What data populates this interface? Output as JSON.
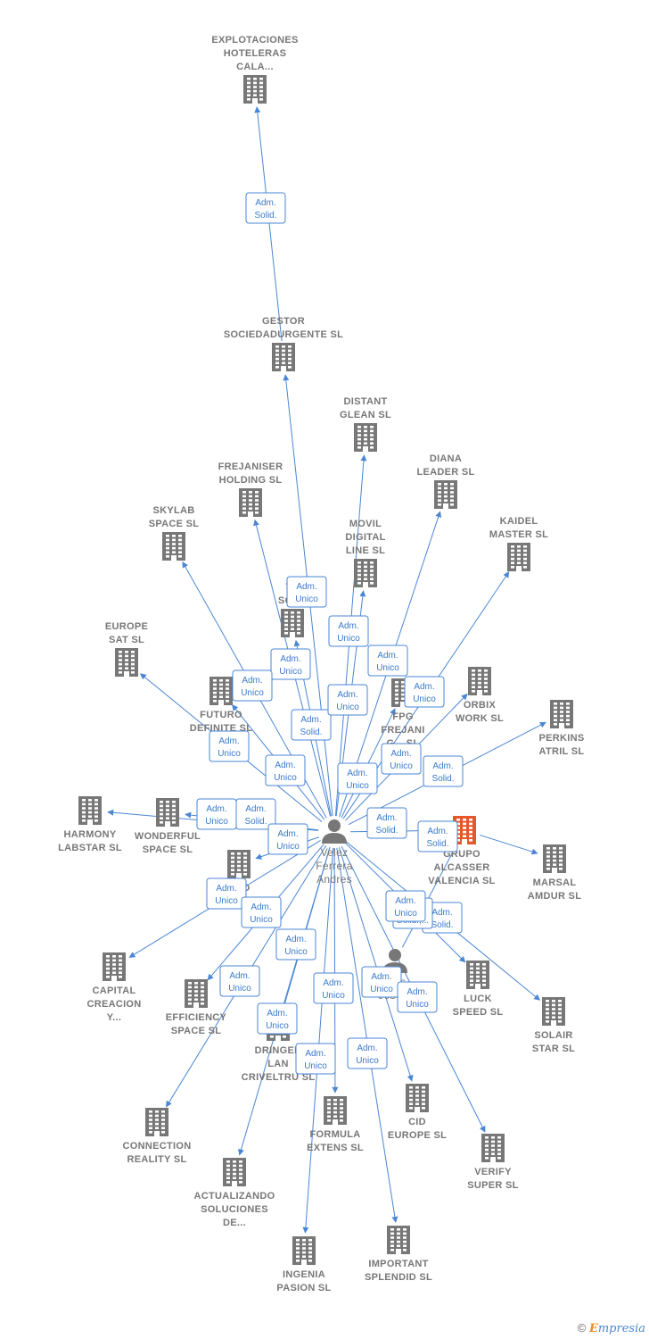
{
  "center_company": {
    "id": "grupo",
    "label": [
      "GRUPO",
      "ALCASSER",
      "VALENCIA  SL"
    ],
    "color": "#e05a2b"
  },
  "people": [
    {
      "id": "velez",
      "label": [
        "Velez",
        "Ferrera",
        "Andres"
      ]
    },
    {
      "id": "blas",
      "label": [
        "Blas",
        "Jose..."
      ]
    }
  ],
  "companies": [
    {
      "id": "explotaciones",
      "label": [
        "EXPLOTACIONES",
        "HOTELERAS",
        "CALA..."
      ]
    },
    {
      "id": "gestor",
      "label": [
        "GESTOR",
        "SOCIEDADURGENTE SL"
      ]
    },
    {
      "id": "distant",
      "label": [
        "DISTANT",
        "GLEAN  SL"
      ]
    },
    {
      "id": "diana",
      "label": [
        "DIANA",
        "LEADER  SL"
      ]
    },
    {
      "id": "frejaniser",
      "label": [
        "FREJANISER",
        "HOLDING  SL"
      ]
    },
    {
      "id": "skylab",
      "label": [
        "SKYLAB",
        "SPACE  SL"
      ]
    },
    {
      "id": "movil",
      "label": [
        "MOVIL",
        "DIGITAL",
        "LINE SL"
      ]
    },
    {
      "id": "kaidel",
      "label": [
        "KAIDEL",
        "MASTER  SL"
      ]
    },
    {
      "id": "tescar",
      "label": [
        "TE",
        "SCAR"
      ]
    },
    {
      "id": "europe",
      "label": [
        "EUROPE",
        "SAT  SL"
      ]
    },
    {
      "id": "orbix",
      "label": [
        "ORBIX",
        "WORK  SL"
      ]
    },
    {
      "id": "perkins",
      "label": [
        "PERKINS",
        "ATRIL  SL"
      ]
    },
    {
      "id": "futuro",
      "label": [
        "FUTURO",
        "DEFINITE  SL"
      ]
    },
    {
      "id": "fpg",
      "label": [
        "FPG",
        "FREJANI",
        "G...  SL"
      ]
    },
    {
      "id": "harmony",
      "label": [
        "HARMONY",
        "LABSTAR SL"
      ]
    },
    {
      "id": "wonderful",
      "label": [
        "WONDERFUL",
        "SPACE  SL"
      ]
    },
    {
      "id": "marsal",
      "label": [
        "MARSAL",
        "AMDUR  SL"
      ]
    },
    {
      "id": "road",
      "label": [
        "OAD",
        "READ"
      ]
    },
    {
      "id": "capital",
      "label": [
        "CAPITAL",
        "CREACION",
        "Y..."
      ]
    },
    {
      "id": "efficiency",
      "label": [
        "EFFICIENCY",
        "SPACE SL"
      ]
    },
    {
      "id": "luck",
      "label": [
        "LUCK",
        "SPEED  SL"
      ]
    },
    {
      "id": "solair",
      "label": [
        "SOLAIR",
        "STAR  SL"
      ]
    },
    {
      "id": "dringer",
      "label": [
        "DRINGER",
        "LAN",
        "CRIVELTRU SL"
      ]
    },
    {
      "id": "cid",
      "label": [
        "CID",
        "EUROPE  SL"
      ]
    },
    {
      "id": "connection",
      "label": [
        "CONNECTION",
        "REALITY  SL"
      ]
    },
    {
      "id": "formula",
      "label": [
        "FORMULA",
        "EXTENS  SL"
      ]
    },
    {
      "id": "verify",
      "label": [
        "VERIFY",
        "SUPER  SL"
      ]
    },
    {
      "id": "actualizando",
      "label": [
        "ACTUALIZANDO",
        "SOLUCIONES",
        "DE..."
      ]
    },
    {
      "id": "ingenia",
      "label": [
        "INGENIA",
        "PASION  SL"
      ]
    },
    {
      "id": "important",
      "label": [
        "IMPORTANT",
        "SPLENDID  SL"
      ]
    }
  ],
  "edges": [
    {
      "from": "gestor",
      "to": "explotaciones",
      "badge": [
        "Adm.",
        "Solid."
      ]
    },
    {
      "from": "velez",
      "to": "gestor",
      "badge": [
        "Adm.",
        "Solid."
      ]
    },
    {
      "from": "velez",
      "to": "distant",
      "badge": [
        "Adm.",
        "Unico"
      ]
    },
    {
      "from": "velez",
      "to": "diana",
      "badge": [
        "Adm.",
        "Unico"
      ]
    },
    {
      "from": "velez",
      "to": "frejaniser",
      "badge": [
        "Adm.",
        "Unico"
      ]
    },
    {
      "from": "velez",
      "to": "skylab",
      "badge": [
        "Adm.",
        "Unico"
      ]
    },
    {
      "from": "velez",
      "to": "movil",
      "badge": [
        "Adm.",
        "Unico"
      ]
    },
    {
      "from": "velez",
      "to": "kaidel",
      "badge": [
        "Adm.",
        "Unico"
      ]
    },
    {
      "from": "velez",
      "to": "tescar",
      "badge": [
        "Adm.",
        "Unico"
      ]
    },
    {
      "from": "velez",
      "to": "europe",
      "badge": [
        "Adm.",
        "Unico"
      ]
    },
    {
      "from": "velez",
      "to": "orbix",
      "badge": [
        "Adm.",
        "Unico"
      ]
    },
    {
      "from": "velez",
      "to": "perkins",
      "badge": [
        "Adm.",
        "Solid."
      ]
    },
    {
      "from": "velez",
      "to": "futuro",
      "badge": [
        "Adm.",
        "Unico"
      ]
    },
    {
      "from": "velez",
      "to": "fpg",
      "badge": [
        "Adm.",
        "Unico"
      ]
    },
    {
      "from": "velez",
      "to": "harmony",
      "badge": [
        "Adm.",
        "Unico"
      ]
    },
    {
      "from": "velez",
      "to": "wonderful",
      "badge": [
        "Adm.",
        "Solid."
      ]
    },
    {
      "from": "velez",
      "to": "grupo",
      "badge": [
        "Adm.",
        "Solid."
      ]
    },
    {
      "from": "velez",
      "to": "road",
      "badge": [
        "Adm.",
        "Unico"
      ]
    },
    {
      "from": "velez",
      "to": "capital",
      "badge": [
        "Adm.",
        "Unico"
      ]
    },
    {
      "from": "velez",
      "to": "efficiency",
      "badge": [
        "Adm.",
        "Unico"
      ]
    },
    {
      "from": "velez",
      "to": "luck",
      "badge": [
        "Adm.",
        "Solid."
      ]
    },
    {
      "from": "velez",
      "to": "solair",
      "badge": [
        "Adm.",
        "Solid.,..."
      ]
    },
    {
      "from": "velez",
      "to": "dringer",
      "badge": [
        "Adm.",
        "Unico"
      ]
    },
    {
      "from": "velez",
      "to": "cid",
      "badge": [
        "Adm.",
        "Unico"
      ]
    },
    {
      "from": "velez",
      "to": "connection",
      "badge": [
        "Adm.",
        "Unico"
      ]
    },
    {
      "from": "velez",
      "to": "formula",
      "badge": [
        "Adm.",
        "Unico"
      ]
    },
    {
      "from": "velez",
      "to": "verify",
      "badge": [
        "Adm.",
        "Unico"
      ]
    },
    {
      "from": "velez",
      "to": "actualizando",
      "badge": [
        "Adm.",
        "Unico"
      ]
    },
    {
      "from": "velez",
      "to": "ingenia",
      "badge": [
        "Adm.",
        "Unico"
      ]
    },
    {
      "from": "velez",
      "to": "important",
      "badge": [
        "Adm.",
        "Unico"
      ]
    },
    {
      "from": "grupo",
      "to": "marsal",
      "badge": [
        "Adm.",
        "Solid."
      ]
    },
    {
      "from": "blas",
      "to": "grupo",
      "badge": [
        "Adm.",
        "Unico"
      ]
    }
  ],
  "footer": {
    "copyright": "©",
    "brand_e": "E",
    "brand_rest": "mpresia"
  },
  "colors": {
    "edge": "#4a86d4",
    "building": "#777777",
    "center": "#e05a2b"
  }
}
